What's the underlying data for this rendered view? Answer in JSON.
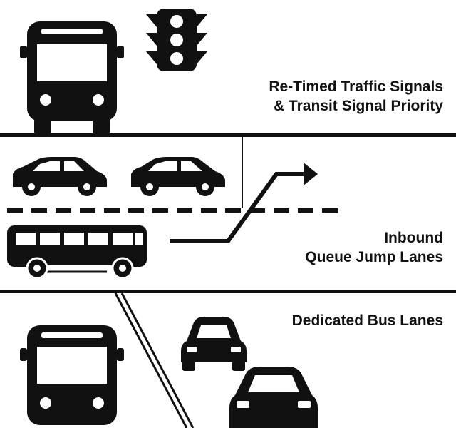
{
  "panels": [
    {
      "lines": [
        "Re-Timed Traffic Signals",
        "& Transit Signal Priority"
      ]
    },
    {
      "lines": [
        "Inbound",
        "Queue Jump Lanes"
      ]
    },
    {
      "lines": [
        "Dedicated Bus Lanes"
      ]
    }
  ],
  "icons": {
    "bus_front": "bus-front-icon",
    "traffic_light": "traffic-light-icon",
    "car_side": "car-side-icon",
    "bus_side": "bus-side-icon",
    "car_front": "car-front-icon",
    "arrow": "queue-jump-arrow-icon"
  },
  "colors": {
    "ink": "#111111",
    "background": "#ffffff"
  }
}
